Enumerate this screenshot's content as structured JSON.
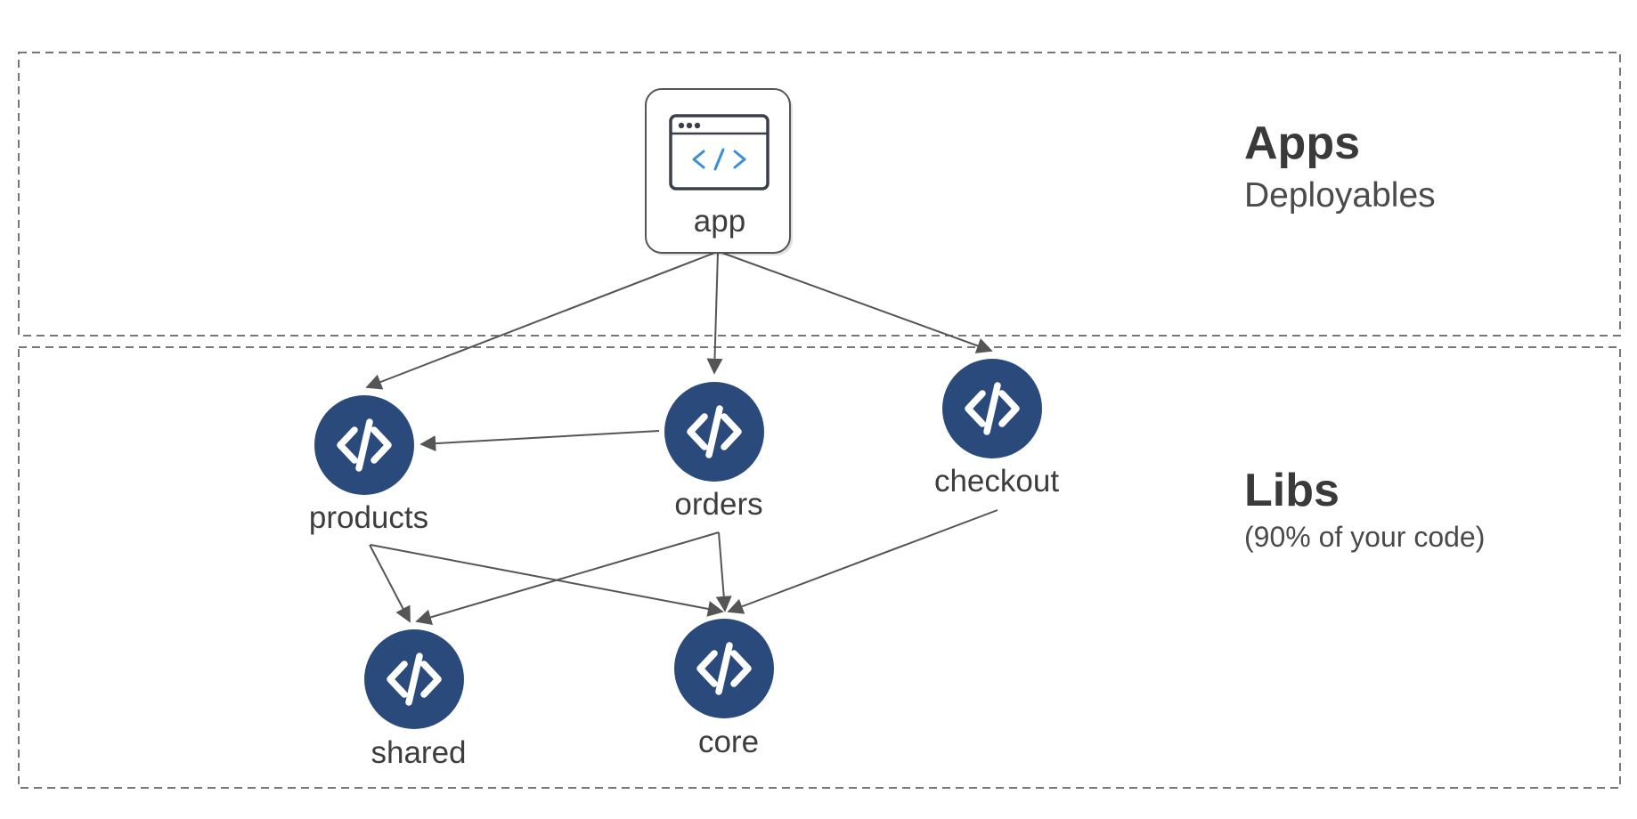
{
  "colors": {
    "lib_node": "#2b4a7c",
    "icon_glyph": "#ffffff",
    "app_code_glyph": "#3a8fd8",
    "edge": "#555555",
    "zone_border": "#777777"
  },
  "zones": {
    "apps": {
      "title": "Apps",
      "subtitle": "Deployables"
    },
    "libs": {
      "title": "Libs",
      "subtitle": "(90% of your code)"
    }
  },
  "nodes": {
    "app": {
      "label": "app",
      "icon": "browser-code-icon"
    },
    "products": {
      "label": "products",
      "icon": "code-icon"
    },
    "orders": {
      "label": "orders",
      "icon": "code-icon"
    },
    "checkout": {
      "label": "checkout",
      "icon": "code-icon"
    },
    "shared": {
      "label": "shared",
      "icon": "code-icon"
    },
    "core": {
      "label": "core",
      "icon": "code-icon"
    }
  },
  "edges": [
    {
      "from": "app",
      "to": "products"
    },
    {
      "from": "app",
      "to": "orders"
    },
    {
      "from": "app",
      "to": "checkout"
    },
    {
      "from": "orders",
      "to": "products"
    },
    {
      "from": "products",
      "to": "shared"
    },
    {
      "from": "products",
      "to": "core"
    },
    {
      "from": "orders",
      "to": "shared"
    },
    {
      "from": "orders",
      "to": "core"
    },
    {
      "from": "checkout",
      "to": "core"
    }
  ]
}
